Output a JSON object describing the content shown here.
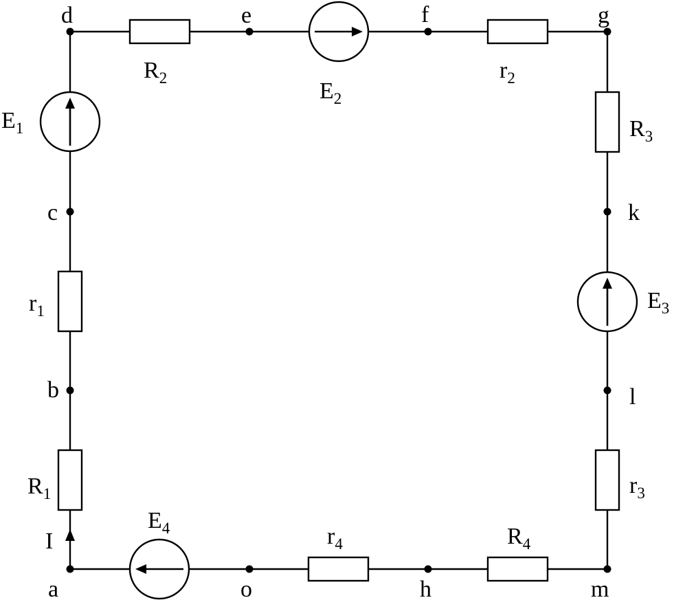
{
  "nodes": [
    "a",
    "b",
    "c",
    "d",
    "e",
    "f",
    "g",
    "k",
    "l",
    "m",
    "h",
    "o"
  ],
  "current": {
    "label": "I"
  },
  "components": [
    {
      "id": "R1",
      "kind": "resistor",
      "base": "R",
      "sub": "1"
    },
    {
      "id": "r1",
      "kind": "resistor",
      "base": "r",
      "sub": "1"
    },
    {
      "id": "E1",
      "kind": "source",
      "base": "E",
      "sub": "1",
      "arrow": "up"
    },
    {
      "id": "R2",
      "kind": "resistor",
      "base": "R",
      "sub": "2"
    },
    {
      "id": "E2",
      "kind": "source",
      "base": "E",
      "sub": "2",
      "arrow": "right"
    },
    {
      "id": "r2",
      "kind": "resistor",
      "base": "r",
      "sub": "2"
    },
    {
      "id": "R3",
      "kind": "resistor",
      "base": "R",
      "sub": "3"
    },
    {
      "id": "E3",
      "kind": "source",
      "base": "E",
      "sub": "3",
      "arrow": "up"
    },
    {
      "id": "r3",
      "kind": "resistor",
      "base": "r",
      "sub": "3"
    },
    {
      "id": "R4",
      "kind": "resistor",
      "base": "R",
      "sub": "4"
    },
    {
      "id": "r4",
      "kind": "resistor",
      "base": "r",
      "sub": "4"
    },
    {
      "id": "E4",
      "kind": "source",
      "base": "E",
      "sub": "4",
      "arrow": "left"
    }
  ]
}
